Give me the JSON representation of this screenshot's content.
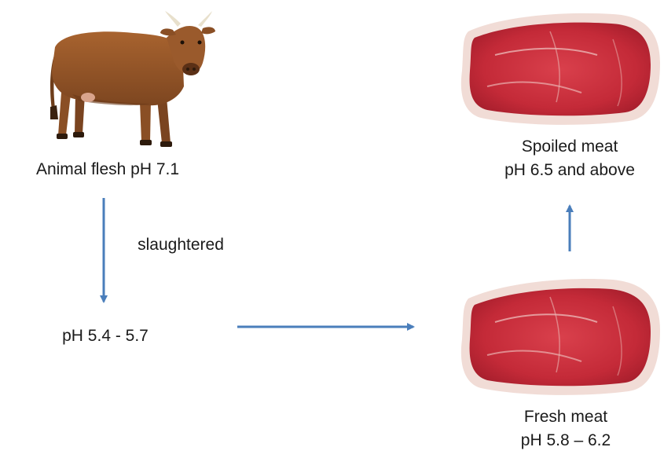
{
  "diagram": {
    "animal_label": "Animal flesh pH 7.1",
    "slaughter_label": "slaughtered",
    "post_slaughter_label": "pH 5.4 - 5.7",
    "fresh": {
      "title": "Fresh meat",
      "ph": "pH 5.8 – 6.2"
    },
    "spoiled": {
      "title": "Spoiled meat",
      "ph": "pH 6.5 and above"
    }
  },
  "colors": {
    "arrow": "#4a7ebb",
    "cow_body": "#9a5a2c",
    "meat": "#cc2e3c",
    "fat": "#f3ded9"
  },
  "icons": {
    "animal": "cow-illustration",
    "fresh_meat": "steak-illustration",
    "spoiled_meat": "steak-illustration"
  }
}
